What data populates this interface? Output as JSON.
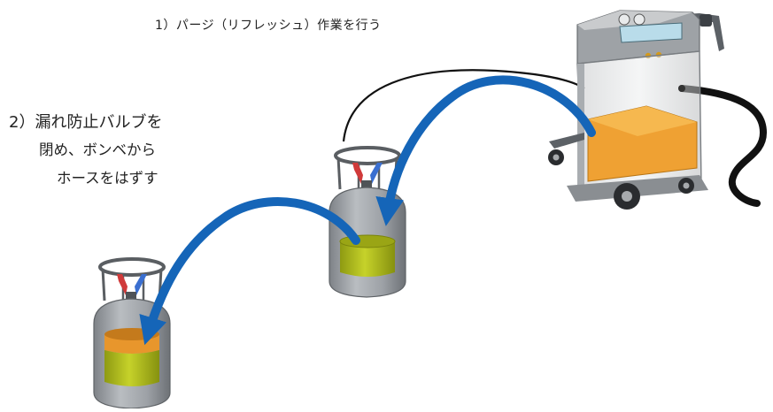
{
  "steps": {
    "step1": "1）パージ（リフレッシュ）作業を行う",
    "step2_line1": "2）漏れ防止バルブを",
    "step2_line2": "閉め、ボンベから",
    "step2_line3": "ホースをはずす"
  },
  "colors": {
    "arrow": "#1565b8",
    "cylinder_body": "#9a9ea3",
    "cylinder_dark": "#6f7378",
    "liquid_green": "#b5c21f",
    "liquid_orange": "#e8962c",
    "machine_liquid": "#f0a030",
    "machine_frame": "#d0d2d4",
    "hose": "#111111",
    "valve_red": "#d03a3a",
    "valve_blue": "#3a6fd0"
  },
  "icons": {
    "recovery_machine": "recovery-machine-icon",
    "cylinder": "refrigerant-cylinder-icon"
  }
}
